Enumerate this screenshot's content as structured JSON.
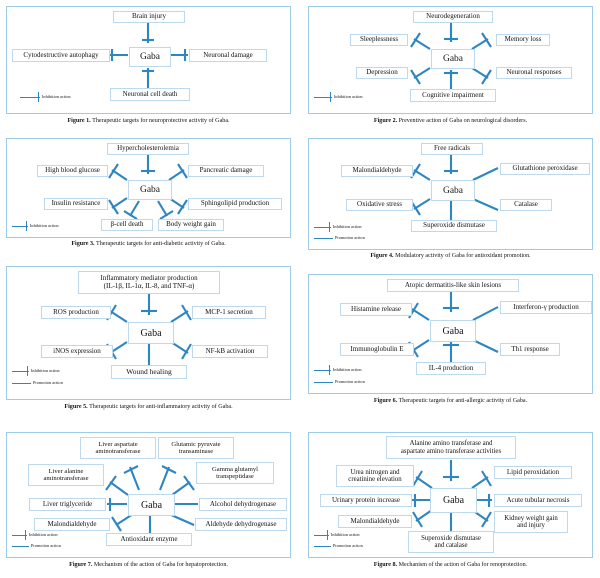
{
  "meta": {
    "accent": "#2e86c1",
    "box_border": "#bcd9ee",
    "panel_border": "#9ecbe8",
    "center_label": "Gaba",
    "legend_inhibition": "Inhibition action",
    "legend_promotion": "Promotion action"
  },
  "figures": [
    {
      "id": "figure-1",
      "number": "Figure 1.",
      "caption": "Therapeutic targets for neuroprotective activity of Gaba.",
      "center": "Gaba",
      "legend": [
        "Inhibition action"
      ],
      "nodes": [
        {
          "label": "Brain injury",
          "pos": "top",
          "action": "inhibition"
        },
        {
          "label": "Cytodestructive autophagy",
          "pos": "left",
          "action": "inhibition"
        },
        {
          "label": "Neuronal damage",
          "pos": "right",
          "action": "inhibition"
        },
        {
          "label": "Neuronal cell death",
          "pos": "bottom",
          "action": "inhibition"
        }
      ]
    },
    {
      "id": "figure-2",
      "number": "Figure 2.",
      "caption": "Preventive action of Gaba on neurological disorders.",
      "center": "Gaba",
      "legend": [
        "Inhibition action"
      ],
      "nodes": [
        {
          "label": "Neurodegeneration",
          "pos": "top",
          "action": "inhibition"
        },
        {
          "label": "Sleeplessness",
          "pos": "upper-left",
          "action": "inhibition"
        },
        {
          "label": "Memory loss",
          "pos": "upper-right",
          "action": "inhibition"
        },
        {
          "label": "Depression",
          "pos": "lower-left",
          "action": "inhibition"
        },
        {
          "label": "Neuronal responses",
          "pos": "lower-right",
          "action": "inhibition"
        },
        {
          "label": "Cognitive impairment",
          "pos": "bottom",
          "action": "inhibition"
        }
      ]
    },
    {
      "id": "figure-3",
      "number": "Figure 3.",
      "caption": "Therapeutic targets for anti-diabetic activity of Gaba.",
      "center": "Gaba",
      "legend": [
        "Inhibition action"
      ],
      "nodes": [
        {
          "label": "Hypercholesterolemia",
          "pos": "top",
          "action": "inhibition"
        },
        {
          "label": "High blood glucose",
          "pos": "upper-left",
          "action": "inhibition"
        },
        {
          "label": "Pancreatic damage",
          "pos": "upper-right",
          "action": "inhibition"
        },
        {
          "label": "Insulin resistance",
          "pos": "lower-left",
          "action": "inhibition"
        },
        {
          "label": "Sphingolipid production",
          "pos": "lower-right",
          "action": "inhibition"
        },
        {
          "label": "β-cell death",
          "pos": "bottom-left",
          "action": "inhibition"
        },
        {
          "label": "Body weight gain",
          "pos": "bottom-right",
          "action": "inhibition"
        }
      ]
    },
    {
      "id": "figure-4",
      "number": "Figure 4.",
      "caption": "Modulatory activity of Gaba for antioxidant promotion.",
      "center": "Gaba",
      "legend": [
        "Inhibition action",
        "Promotion action"
      ],
      "nodes": [
        {
          "label": "Free radicals",
          "pos": "top",
          "action": "inhibition"
        },
        {
          "label": "Malondialdehyde",
          "pos": "upper-left",
          "action": "inhibition"
        },
        {
          "label": "Glutathione peroxidase",
          "pos": "upper-right",
          "action": "promotion"
        },
        {
          "label": "Oxidative stress",
          "pos": "lower-left",
          "action": "inhibition"
        },
        {
          "label": "Catalase",
          "pos": "lower-right",
          "action": "promotion"
        },
        {
          "label": "Superoxide dismutase",
          "pos": "bottom",
          "action": "promotion"
        }
      ]
    },
    {
      "id": "figure-5",
      "number": "Figure 5.",
      "caption": "Therapeutic targets for anti-inflammatory activity of Gaba.",
      "center": "Gaba",
      "legend": [
        "Inhibition action",
        "Promotion action"
      ],
      "nodes": [
        {
          "label": "Inflammatory mediator production\n(IL-1β, IL-1α, IL-8, and TNF-α)",
          "pos": "top",
          "action": "inhibition"
        },
        {
          "label": "ROS production",
          "pos": "upper-left",
          "action": "inhibition"
        },
        {
          "label": "MCP-1 secretion",
          "pos": "upper-right",
          "action": "inhibition"
        },
        {
          "label": "iNOS expression",
          "pos": "lower-left",
          "action": "inhibition"
        },
        {
          "label": "NF-kB activation",
          "pos": "lower-right",
          "action": "inhibition"
        },
        {
          "label": "Wound healing",
          "pos": "bottom",
          "action": "promotion"
        }
      ]
    },
    {
      "id": "figure-6",
      "number": "Figure 6.",
      "caption": "Therapeutic targets for anti-allergic activity of Gaba.",
      "center": "Gaba",
      "legend": [
        "Inhibition action",
        "Promotion action"
      ],
      "nodes": [
        {
          "label": "Atopic dermatitis-like skin lesions",
          "pos": "top",
          "action": "inhibition"
        },
        {
          "label": "Histamine release",
          "pos": "upper-left",
          "action": "inhibition"
        },
        {
          "label": "Interferon-γ production",
          "pos": "upper-right",
          "action": "promotion"
        },
        {
          "label": "Immunoglobulin E",
          "pos": "lower-left",
          "action": "inhibition"
        },
        {
          "label": "Th1 response",
          "pos": "lower-right",
          "action": "promotion"
        },
        {
          "label": "IL-4 production",
          "pos": "bottom",
          "action": "inhibition"
        }
      ]
    },
    {
      "id": "figure-7",
      "number": "Figure 7.",
      "caption": "Mechanism of the action of Gaba for hepatoprotection.",
      "center": "Gaba",
      "legend": [
        "Inhibition action",
        "Promotion action"
      ],
      "nodes": [
        {
          "label": "Liver aspartate\naminotransferase",
          "pos": "top-left",
          "action": "inhibition"
        },
        {
          "label": "Glutamic pyruvate\ntransaminase",
          "pos": "top-right",
          "action": "inhibition"
        },
        {
          "label": "Liver alanine\naminotransferase",
          "pos": "upper-left",
          "action": "inhibition"
        },
        {
          "label": "Gamma glutamyl\ntranspeptidase",
          "pos": "upper-right",
          "action": "inhibition"
        },
        {
          "label": "Liver triglyceride",
          "pos": "left",
          "action": "inhibition"
        },
        {
          "label": "Alcohol dehydrogenase",
          "pos": "right",
          "action": "promotion"
        },
        {
          "label": "Malondialdehyde",
          "pos": "lower-left",
          "action": "inhibition"
        },
        {
          "label": "Aldehyde dehydrogenase",
          "pos": "lower-right",
          "action": "promotion"
        },
        {
          "label": "Antioxidant enzyme",
          "pos": "bottom",
          "action": "promotion"
        }
      ]
    },
    {
      "id": "figure-8",
      "number": "Figure 8.",
      "caption": "Mechanism of the action of Gaba for renoprotection.",
      "center": "Gaba",
      "legend": [
        "Inhibition action",
        "Promotion action"
      ],
      "nodes": [
        {
          "label": "Alanine amino transferase and\naspartate amino transferase activities",
          "pos": "top",
          "action": "inhibition"
        },
        {
          "label": "Urea nitrogen and\ncreatinine elevation",
          "pos": "upper-left",
          "action": "inhibition"
        },
        {
          "label": "Lipid peroxidation",
          "pos": "upper-right",
          "action": "inhibition"
        },
        {
          "label": "Urinary protein increase",
          "pos": "left",
          "action": "inhibition"
        },
        {
          "label": "Acute tubular necrosis",
          "pos": "right",
          "action": "inhibition"
        },
        {
          "label": "Malondialdehyde",
          "pos": "lower-left",
          "action": "inhibition"
        },
        {
          "label": "Kidney weight gain\nand injury",
          "pos": "lower-right",
          "action": "inhibition"
        },
        {
          "label": "Superoxide dismutase\nand catalase",
          "pos": "bottom",
          "action": "promotion"
        }
      ]
    }
  ]
}
